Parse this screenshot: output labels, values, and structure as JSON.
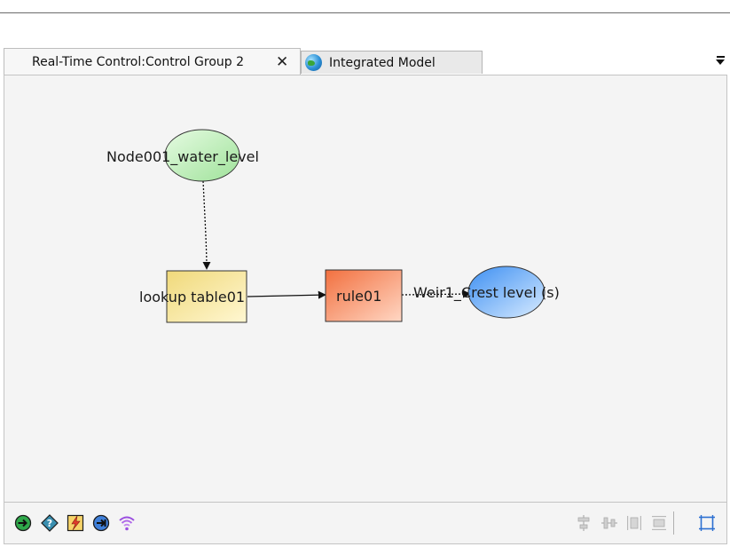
{
  "tabs": [
    {
      "label": "Real-Time Control:Control Group 2",
      "active": true,
      "close_glyph": "✕"
    },
    {
      "label": "Integrated Model",
      "active": false,
      "icon": "globe-icon"
    }
  ],
  "diagram": {
    "nodes": [
      {
        "id": "input",
        "label": "Node001_water_level",
        "shape": "ellipse",
        "fill": "#c9f2c3"
      },
      {
        "id": "lookup",
        "label": "lookup table01",
        "shape": "rect",
        "fill": "#f5e6a0"
      },
      {
        "id": "rule",
        "label": "rule01",
        "shape": "rect",
        "fill": "#f48e6d"
      },
      {
        "id": "output",
        "label": "Weir1_Crest level (s)",
        "shape": "ellipse",
        "fill": "#7dbaf6"
      }
    ],
    "edges": [
      {
        "from": "input",
        "to": "lookup",
        "style": "dotted"
      },
      {
        "from": "lookup",
        "to": "rule",
        "style": "solid"
      },
      {
        "from": "rule",
        "to": "output",
        "style": "dotted"
      }
    ]
  },
  "toolbar": {
    "left_tools": [
      "add-input-icon",
      "add-condition-icon",
      "add-rule-icon",
      "add-output-icon",
      "add-signal-icon"
    ],
    "right_tools": [
      "align-center-icon",
      "align-middle-icon",
      "distribute-horizontal-icon",
      "distribute-vertical-icon",
      "fit-to-window-icon"
    ]
  }
}
